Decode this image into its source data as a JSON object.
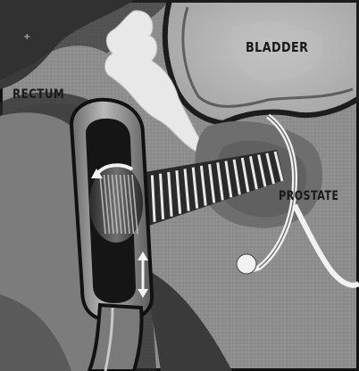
{
  "labels": {
    "bladder": "BLADDER",
    "rectum": "RECTUM",
    "prostate": "PROSTATE"
  },
  "colors": {
    "background_tissue": "#8e8e8e",
    "dark_outline": "#1c1c1c",
    "bladder": "#b5b5b5",
    "prostate": "#6e6e6e",
    "probe_body": "#9a9a9a",
    "light_tissue": "#e6e6e6"
  },
  "icons": {
    "probe_rotate": "curved-arrow-icon",
    "probe_slide": "double-arrow-icon",
    "beam": "ultrasound-beam"
  }
}
